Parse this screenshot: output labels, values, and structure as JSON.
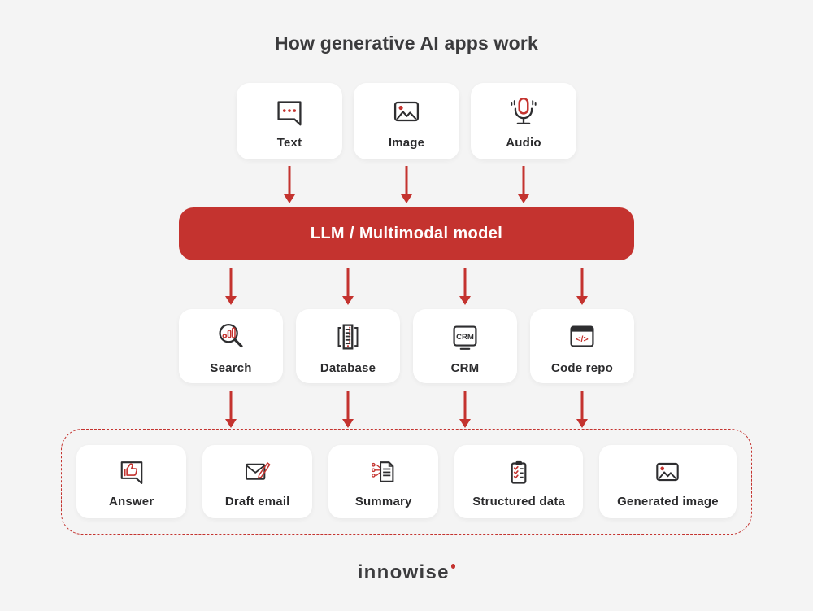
{
  "title": "How generative AI apps work",
  "colors": {
    "background": "#F4F4F4",
    "card": "#FFFFFF",
    "accent_red": "#C4332F",
    "ink": "#2E2E30",
    "label_text": "#2B2B2D",
    "banner_text": "#FFFFFF"
  },
  "inputs": [
    {
      "label": "Text",
      "icon": "chat-dots-icon"
    },
    {
      "label": "Image",
      "icon": "image-icon"
    },
    {
      "label": "Audio",
      "icon": "microphone-icon"
    }
  ],
  "model": {
    "label": "LLM / Multimodal model"
  },
  "tools": [
    {
      "label": "Search",
      "icon": "search-chart-icon"
    },
    {
      "label": "Database",
      "icon": "database-icon"
    },
    {
      "label": "CRM",
      "icon": "crm-monitor-icon",
      "screen_text": "CRM"
    },
    {
      "label": "Code repo",
      "icon": "code-window-icon",
      "glyph": "</>"
    }
  ],
  "outputs": [
    {
      "label": "Answer",
      "icon": "thumbs-up-bubble-icon"
    },
    {
      "label": "Draft email",
      "icon": "email-pencil-icon"
    },
    {
      "label": "Summary",
      "icon": "summary-document-icon"
    },
    {
      "label": "Structured data",
      "icon": "checklist-clipboard-icon"
    },
    {
      "label": "Generated image",
      "icon": "generated-image-icon"
    }
  ],
  "footer": {
    "logo_text": "innowise"
  }
}
